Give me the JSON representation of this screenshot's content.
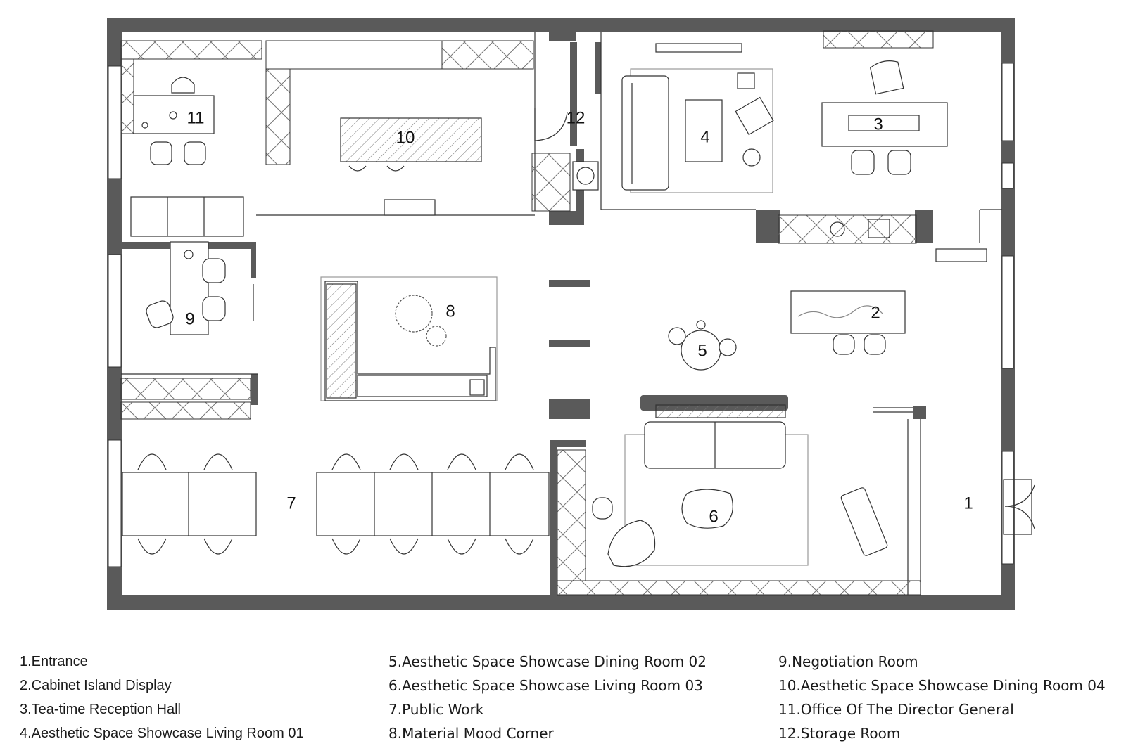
{
  "colors": {
    "wall": "#5a5a5a",
    "line": "#333333",
    "hatch": "#777777",
    "paper": "#ffffff"
  },
  "rooms": [
    {
      "id": "1",
      "label": "1"
    },
    {
      "id": "2",
      "label": "2"
    },
    {
      "id": "3",
      "label": "3"
    },
    {
      "id": "4",
      "label": "4"
    },
    {
      "id": "5",
      "label": "5"
    },
    {
      "id": "6",
      "label": "6"
    },
    {
      "id": "7",
      "label": "7"
    },
    {
      "id": "8",
      "label": "8"
    },
    {
      "id": "9",
      "label": "9"
    },
    {
      "id": "10",
      "label": "10"
    },
    {
      "id": "11",
      "label": "11"
    },
    {
      "id": "12",
      "label": "12"
    }
  ],
  "legend": {
    "col1": [
      "1.Entrance",
      "2.Cabinet Island Display",
      "3.Tea-time Reception Hall",
      "4.Aesthetic Space Showcase Living Room 01"
    ],
    "col2": [
      "5.Aesthetic Space Showcase Dining Room 02",
      "6.Aesthetic Space Showcase Living Room 03",
      "7.Public Work",
      "8.Material Mood Corner"
    ],
    "col3": [
      "9.Negotiation Room",
      "10.Aesthetic Space Showcase Dining Room 04",
      "11.Office Of The Director General",
      "12.Storage Room"
    ]
  }
}
